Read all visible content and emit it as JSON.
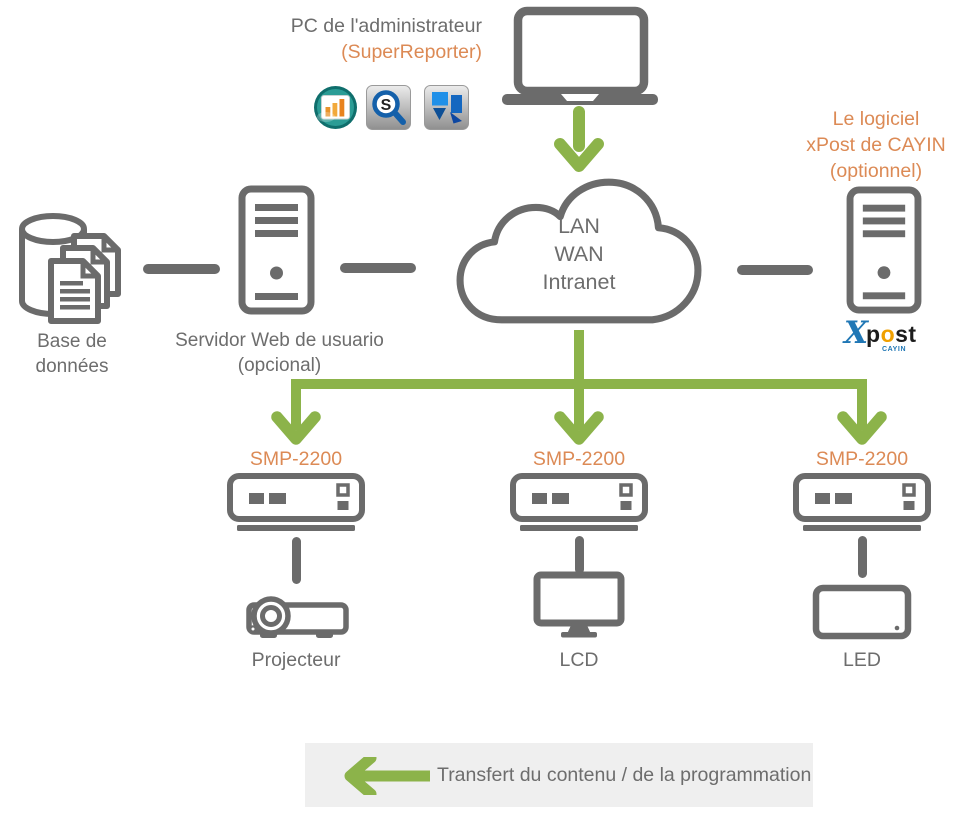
{
  "colors": {
    "green": "#8CB34A",
    "orange": "#DC8A55",
    "icon_gray": "#6B6B6B",
    "text_gray": "#6D6D6D",
    "legend_bg": "#EFEFEF",
    "xpost_blue": "#2077B5",
    "xpost_orange": "#F0A000"
  },
  "admin": {
    "title": "PC de l'administrateur",
    "subtitle": "(SuperReporter)"
  },
  "cloud": {
    "line1": "LAN",
    "line2": "WAN",
    "line3": "Intranet"
  },
  "database": {
    "line1": "Base de",
    "line2": "données"
  },
  "web_server": {
    "line1": "Servidor Web de usuario",
    "line2": "(opcional)"
  },
  "xpost_server": {
    "line1": "Le logiciel",
    "line2": "xPost de CAYIN",
    "line3": "(optionnel)",
    "logo": {
      "x": "X",
      "post": "p",
      "o": "o",
      "st": "st",
      "brand": "CAYIN"
    }
  },
  "players": [
    {
      "label": "SMP-2200",
      "display": "Projecteur"
    },
    {
      "label": "SMP-2200",
      "display": "LCD"
    },
    {
      "label": "SMP-2200",
      "display": "LED"
    }
  ],
  "legend": {
    "text": "Transfert du contenu / de la programmation"
  }
}
